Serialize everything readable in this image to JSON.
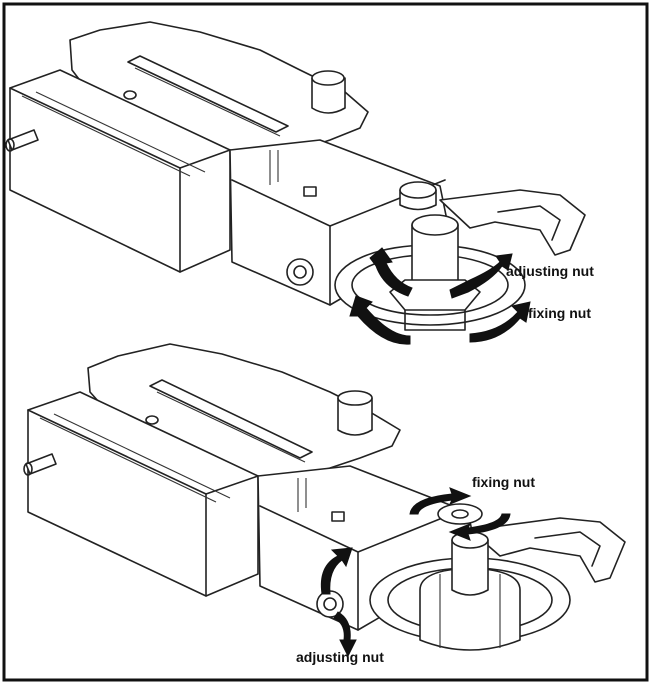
{
  "labels": {
    "top_adjusting_nut": "adjusting nut",
    "top_fixing_nut": "fixing nut",
    "bottom_fixing_nut": "fixing nut",
    "bottom_adjusting_nut": "adjusting nut"
  }
}
